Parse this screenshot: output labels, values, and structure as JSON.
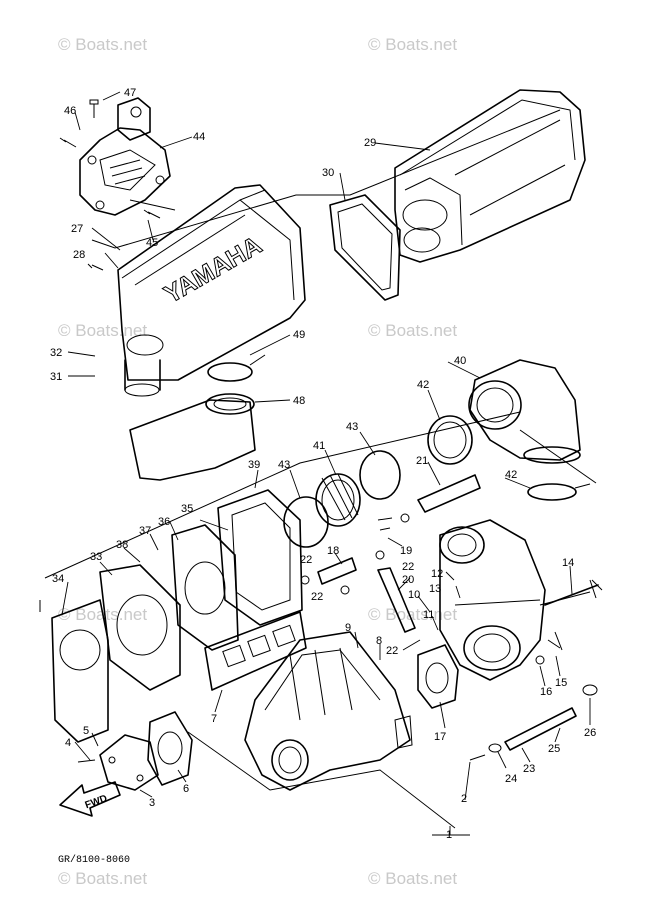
{
  "watermark_text": "© Boats.net",
  "drawing_code": "GR/8100-8060",
  "logo_text": "YAMAHA",
  "fwd_label": "FWD",
  "callouts": [
    "1",
    "2",
    "3",
    "4",
    "5",
    "6",
    "7",
    "8",
    "9",
    "10",
    "11",
    "12",
    "13",
    "14",
    "15",
    "16",
    "17",
    "18",
    "19",
    "20",
    "21",
    "22",
    "22",
    "22",
    "22",
    "23",
    "24",
    "25",
    "26",
    "27",
    "28",
    "29",
    "30",
    "31",
    "32",
    "33",
    "34",
    "35",
    "36",
    "37",
    "38",
    "39",
    "40",
    "41",
    "42",
    "42",
    "43",
    "43",
    "44",
    "45",
    "46",
    "47",
    "48",
    "49"
  ]
}
